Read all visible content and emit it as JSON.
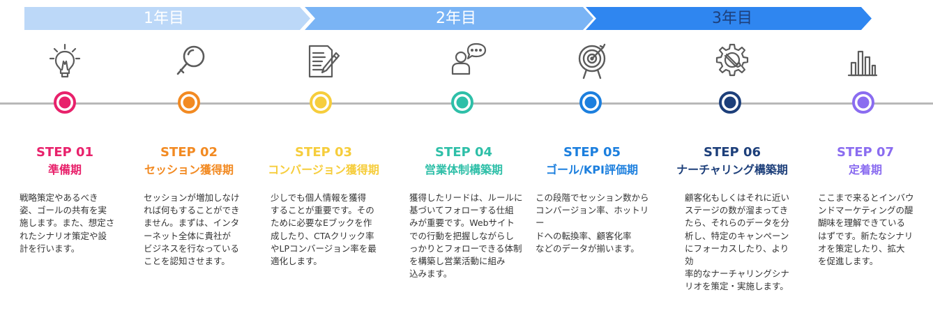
{
  "colors": {
    "year1": "#bcd8f8",
    "year2": "#7ab4f5",
    "year3": "#2f86f0",
    "year3_text": "#1d3f7a",
    "line": "#b8b8b8",
    "icon_stroke": "#5b5b5b"
  },
  "years": [
    {
      "label": "1年目"
    },
    {
      "label": "2年目"
    },
    {
      "label": "3年目"
    }
  ],
  "steps": [
    {
      "title": "STEP 01",
      "subtitle": "準備期",
      "color": "#e8216b",
      "icon": "lightbulb-icon",
      "description": "戦略策定やあるべき\n姿、ゴールの共有を実\n施します。また、想定さ\nれたシナリオ策定や設\n計を行います。"
    },
    {
      "title": "STEP 02",
      "subtitle": "セッション獲得期",
      "color": "#f28a22",
      "icon": "magnifier-icon",
      "description": "セッションが増加しなけ\nれば何もすることができ\nません。まずは、インタ\nーネット全体に貴社が\nビジネスを行なっている\nことを認知させます。"
    },
    {
      "title": "STEP 03",
      "subtitle": "コンバージョン獲得期",
      "color": "#f6cd3c",
      "icon": "document-pen-icon",
      "description": "少しでも個人情報を獲得\nすることが重要です。その\nために必要なEブックを作\n成したり、CTAクリック率\nやLPコンバージョン率を最\n適化します。"
    },
    {
      "title": "STEP 04",
      "subtitle": "営業体制構築期",
      "color": "#2ebfa8",
      "icon": "person-speech-icon",
      "description": "獲得したリードは、ルールに\n基づいてフォローする仕組\nみが重要です。Webサイト\nでの行動を把握しながらし\nっかりとフォローできる体制\nを構築し営業活動に組み\n込みます。"
    },
    {
      "title": "STEP 05",
      "subtitle": "ゴール/KPI評価期",
      "color": "#1c7fde",
      "icon": "target-icon",
      "description": "この段階でセッション数から\nコンバージョン率、ホットリー\nドへの転換率、顧客化率\nなどのデータが揃います。"
    },
    {
      "title": "STEP 06",
      "subtitle": "ナーチャリング構築期",
      "color": "#1d3f7a",
      "icon": "gear-wrench-icon",
      "description": "顧客化もしくはそれに近い\nステージの数が溜まってき\nたら、それらのデータを分\n析し、特定のキャンペーン\nにフォーカスしたり、より効\n率的なナーチャリングシナ\nリオを策定・実施します。"
    },
    {
      "title": "STEP 07",
      "subtitle": "定着期",
      "color": "#8a6cf0",
      "icon": "bar-chart-icon",
      "description": "ここまで来るとインバウ\nンドマーケティングの醍\n醐味を理解できている\nはずです。新たなシナリ\nオを策定したり、拡大\nを促進します。"
    }
  ]
}
